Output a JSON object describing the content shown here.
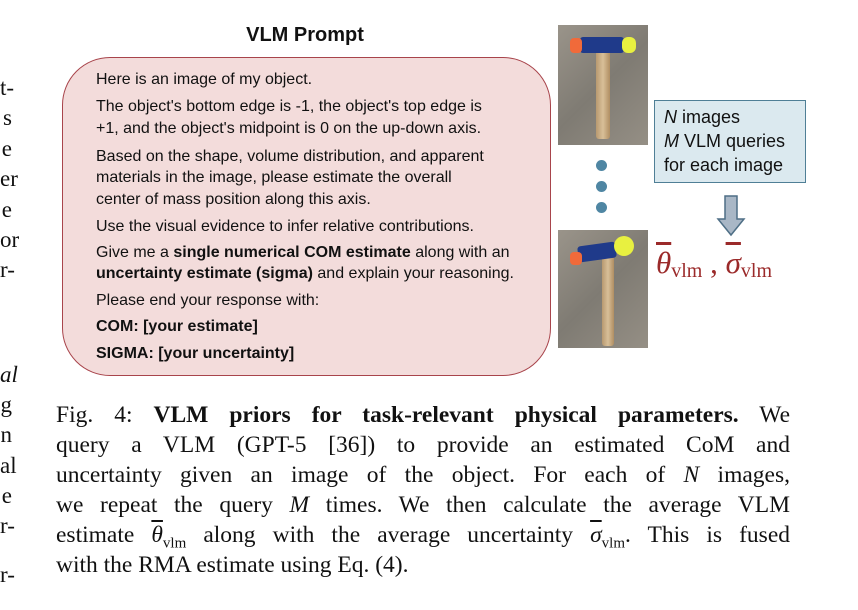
{
  "left_column_fragments": [
    "t-",
    "s",
    "e",
    "er",
    "e",
    "or",
    "r-",
    "al",
    "g",
    "n",
    "al",
    "e",
    "r-",
    "r-"
  ],
  "figure": {
    "title": "VLM Prompt",
    "prompt": {
      "line1": "Here is an image of my object.",
      "line2": "The object's bottom edge is -1, the object's top edge is",
      "line3": "+1, and the object's midpoint is 0 on the up-down axis.",
      "line4": "Based on the shape, volume distribution, and apparent",
      "line5": "materials in the image, please estimate the overall",
      "line6": "center of mass position along this axis.",
      "line7": "Use the visual evidence to infer relative contributions.",
      "line8a": "Give me a ",
      "line8b": "single numerical COM estimate",
      "line8c": " along with an",
      "line9a": "uncertainty estimate (sigma)",
      "line9b": " and explain your reasoning.",
      "line10": "Please end your response with:",
      "line11": "COM: [your estimate]",
      "line12": "SIGMA: [your uncertainty]"
    },
    "info_box": {
      "n_var": "N",
      "n_text": " images",
      "m_var": "M",
      "m_text": " VLM queries",
      "line3": "for each image"
    },
    "output": {
      "theta": "θ",
      "sigma": "σ",
      "sub": "vlm",
      "sep": " , "
    },
    "colors": {
      "box_fill": "#f3dcdb",
      "box_border": "#a8444b",
      "info_fill": "#dbe9ef",
      "info_border": "#4f7f96",
      "formula": "#9b2a2a"
    }
  },
  "caption": {
    "l1_label": "Fig. 4: ",
    "l1_bold": "VLM priors for task-relevant physical parameters.",
    "l1_end": " We",
    "l2": "query a VLM (GPT-5 [36]) to provide an estimated CoM and",
    "l3a": "uncertainty given an image of the object. For each of ",
    "l3n": "N",
    "l3b": " images,",
    "l4a": "we repeat the query ",
    "l4m": "M",
    "l4b": " times. We then calculate the average VLM",
    "l5a": "estimate ",
    "l5theta": "θ",
    "l5sub": "vlm",
    "l5b": " along with the average uncertainty ",
    "l5sigma": "σ",
    "l5sub2": "vlm",
    "l5c": ". This is fused",
    "l6": "with the RMA estimate using Eq. (4)."
  }
}
